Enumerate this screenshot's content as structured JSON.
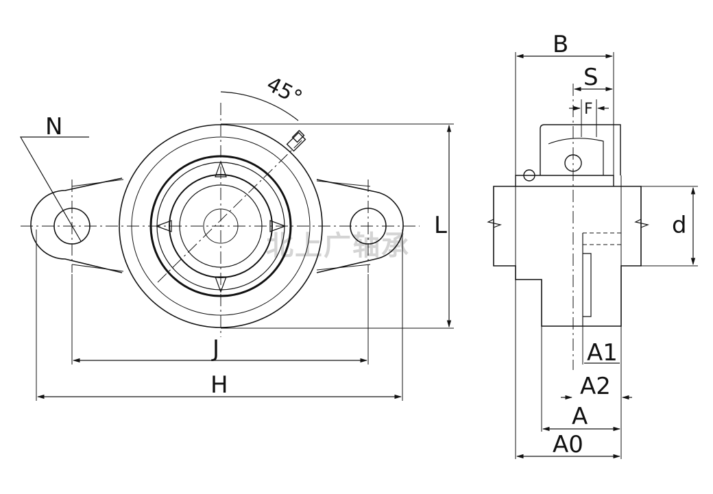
{
  "drawing": {
    "front_view": {
      "labels": {
        "n": "N",
        "angle": "45°",
        "l": "L",
        "j": "J",
        "h": "H"
      }
    },
    "side_view": {
      "labels": {
        "b": "B",
        "s": "S",
        "f": "F",
        "d": "d",
        "a1": "A1",
        "a2": "A2",
        "a": "A",
        "a0": "A0"
      }
    },
    "watermark": "北上广轴承"
  },
  "colors": {
    "line": "#111111",
    "watermark": "#d4d4d4",
    "background": "#ffffff"
  }
}
